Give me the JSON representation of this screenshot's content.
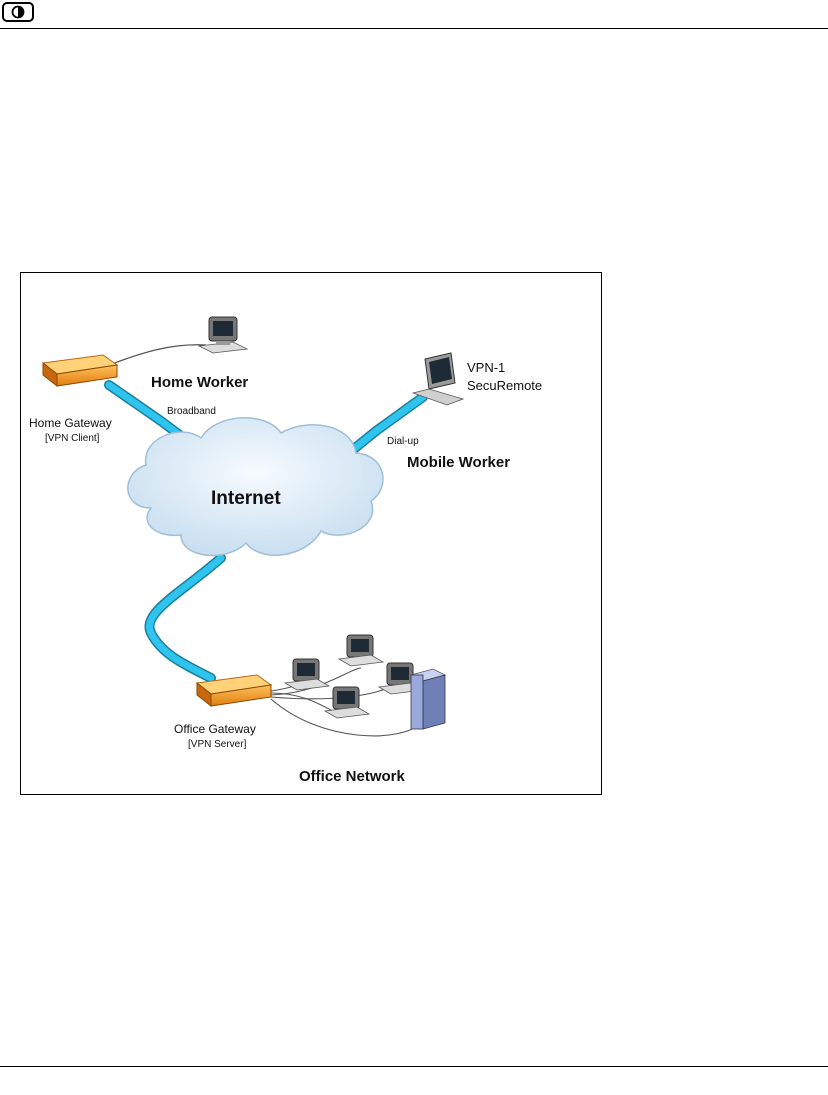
{
  "header": {
    "icon": "circle-half-icon"
  },
  "diagram": {
    "cloud_label": "Internet",
    "home_worker": "Home Worker",
    "home_gateway": "Home Gateway",
    "home_gateway_role": "[VPN Client]",
    "broadband": "Broadband",
    "vpn_client_line1": "VPN-1",
    "vpn_client_line2": "SecuRemote",
    "dialup": "Dial-up",
    "mobile_worker": "Mobile Worker",
    "office_gateway": "Office Gateway",
    "office_gateway_role": "[VPN Server]",
    "office_network": "Office Network",
    "colors": {
      "link": "#2fc4ee",
      "link_edge": "#1a7f9e",
      "gateway": "#f39b22",
      "cloud": "#dcecf7"
    }
  }
}
